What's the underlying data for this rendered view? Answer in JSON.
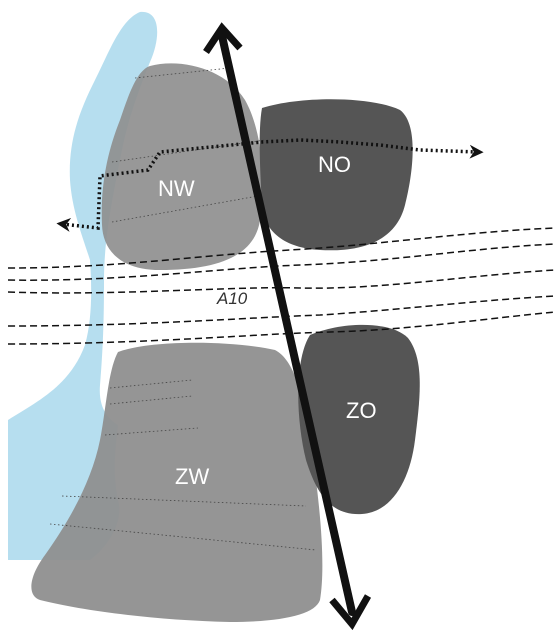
{
  "zones": [
    {
      "id": "nw",
      "label": "NW",
      "color": "#8f8f8f"
    },
    {
      "id": "no",
      "label": "NO",
      "color": "#555555"
    },
    {
      "id": "zw",
      "label": "ZW",
      "color": "#8f8f8f"
    },
    {
      "id": "zo",
      "label": "ZO",
      "color": "#555555"
    }
  ],
  "road": {
    "label": "A10",
    "style": "dashed"
  },
  "water": {
    "color": "#a9d8ec"
  },
  "axis_arrow": {
    "type": "double-headed arrow",
    "color": "#111111"
  },
  "route": {
    "type": "dotted path with arrowheads",
    "color": "#111111"
  }
}
